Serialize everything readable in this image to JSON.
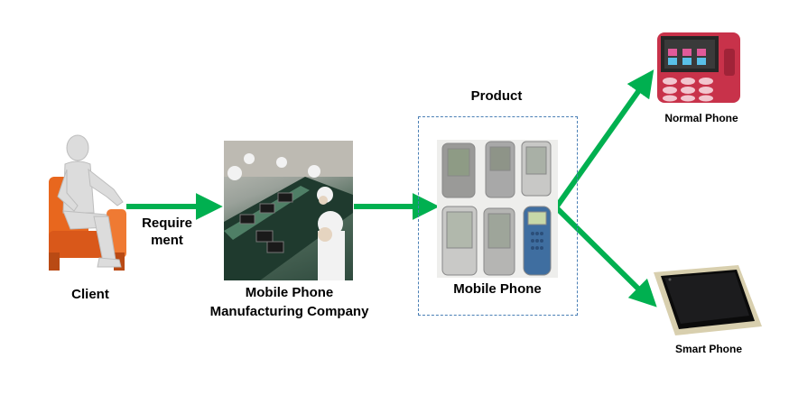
{
  "nodes": {
    "client": {
      "label": "Client"
    },
    "company": {
      "label_line1": "Mobile Phone",
      "label_line2": "Manufacturing Company"
    },
    "product": {
      "title": "Product",
      "label": "Mobile Phone"
    },
    "normal_phone": {
      "label": "Normal Phone"
    },
    "smart_phone": {
      "label": "Smart Phone"
    }
  },
  "edges": {
    "requirement": {
      "label_line1": "Require",
      "label_line2": "ment"
    }
  },
  "colors": {
    "arrow": "#00b050",
    "dashed_border": "#4a7fb5",
    "chair": "#e8671e",
    "person": "#d9d9d9",
    "normal_phone_body": "#c8324a",
    "smart_phone_frame": "#d8cfae"
  }
}
